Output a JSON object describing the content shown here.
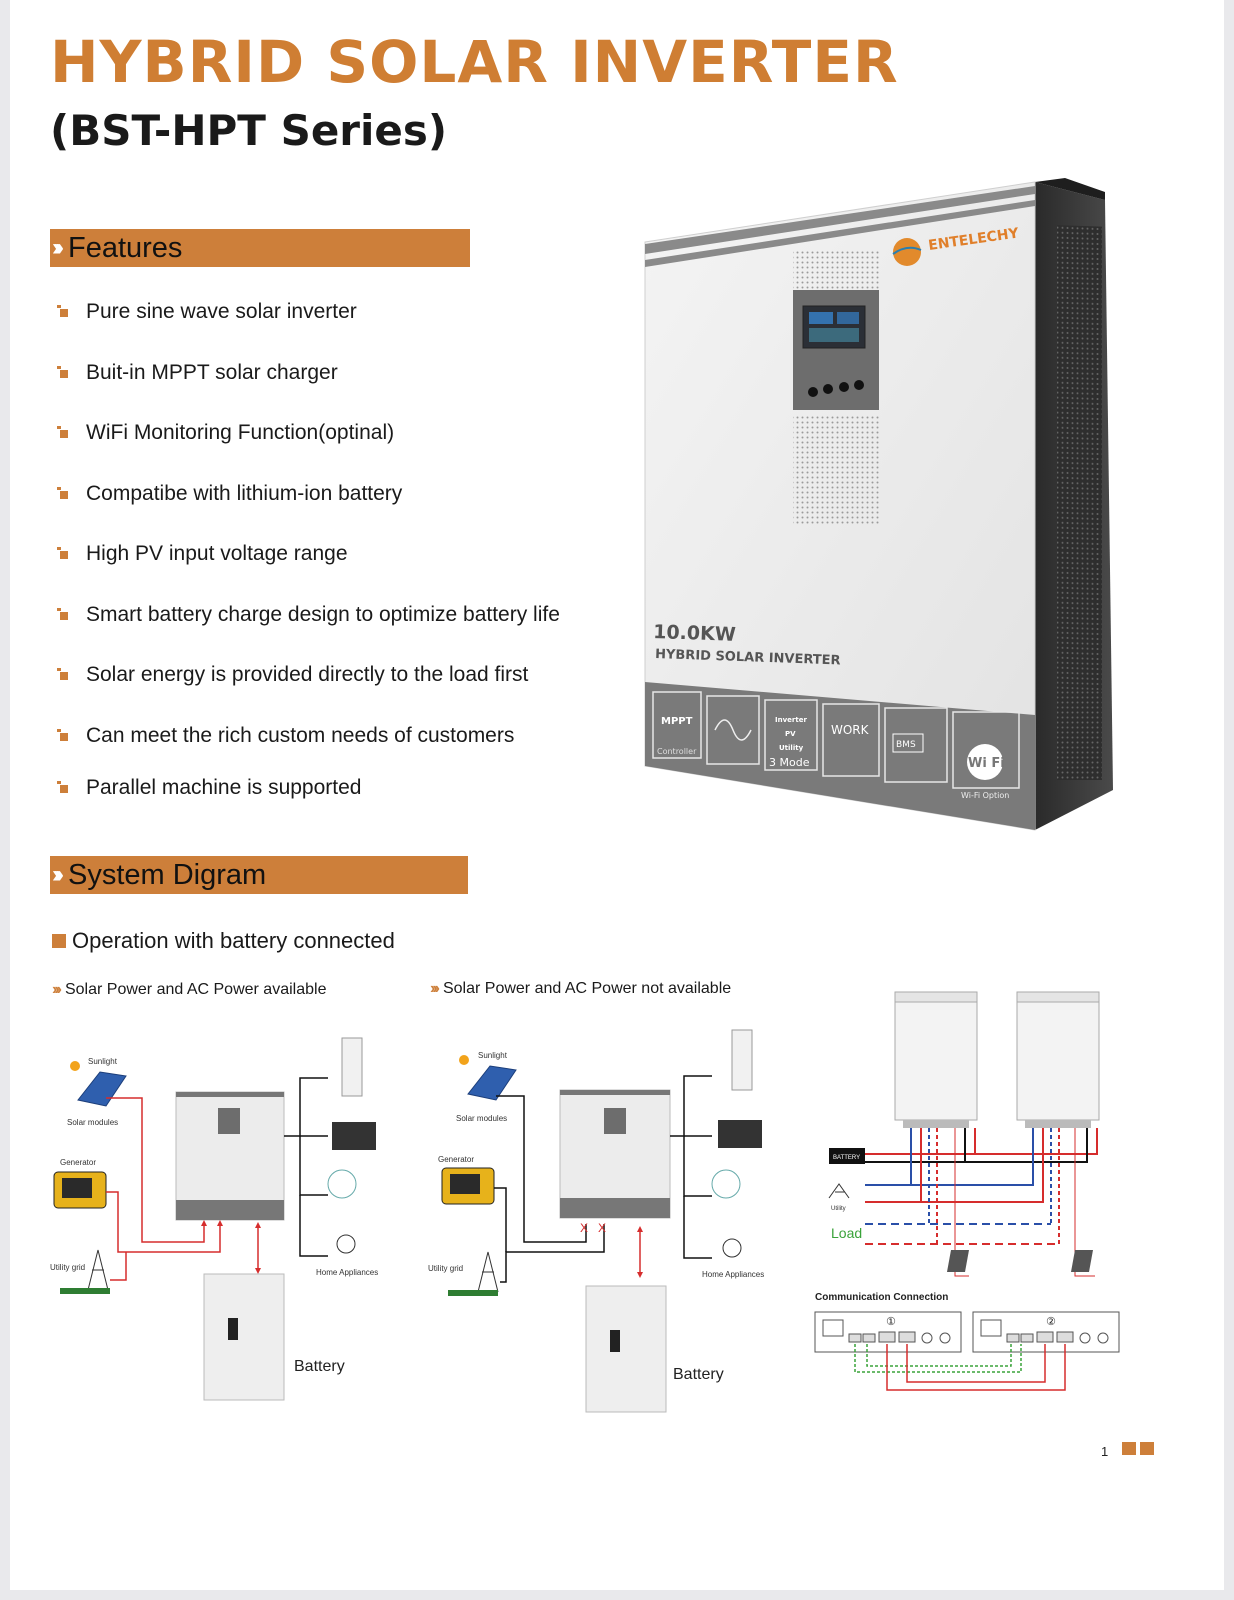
{
  "title": "HYBRID SOLAR INVERTER",
  "subtitle": "(BST-HPT Series)",
  "features_heading": "Features",
  "features": [
    "Pure sine wave solar inverter",
    "Buit-in MPPT solar charger",
    "WiFi Monitoring Function(optinal)",
    "Compatibe with lithium-ion battery",
    "High PV input voltage range",
    "Smart battery charge design to optimize battery life",
    "Solar energy is provided directly to the load first",
    "Can meet the rich custom needs of customers",
    "Parallel machine is supported"
  ],
  "product": {
    "brand": "ENTELECHY",
    "power": "10.0KW",
    "name": "HYBRID SOLAR INVERTER",
    "badges": {
      "mppt": "MPPT",
      "controller": "Controller",
      "inverter": "Inverter",
      "pv": "PV",
      "utility": "Utility",
      "mode": "3 Mode",
      "work": "WORK",
      "bms": "BMS",
      "wifi": "Wi Fi",
      "wifi_option": "Wi-Fi Option"
    }
  },
  "system_heading": "System Digram",
  "operation_title": "Operation with battery connected",
  "diagram1": {
    "heading": "Solar Power and AC Power available",
    "sunlight": "Sunlight",
    "solar_modules": "Solar modules",
    "generator": "Generator",
    "utility_grid": "Utility grid",
    "home_appliances": "Home Appliances",
    "battery": "Battery"
  },
  "diagram2": {
    "heading": "Solar Power and AC Power not available",
    "sunlight": "Sunlight",
    "solar_modules": "Solar modules",
    "generator": "Generator",
    "utility_grid": "Utility grid",
    "home_appliances": "Home Appliances",
    "battery": "Battery"
  },
  "parallel": {
    "load": "Load",
    "battery_tag": "BATTERY",
    "utility": "Utility",
    "comm_title": "Communication Connection",
    "unit1": "①",
    "unit2": "②"
  },
  "page_number": "1",
  "colors": {
    "accent": "#cd7f3a",
    "title": "#cf7e33"
  }
}
